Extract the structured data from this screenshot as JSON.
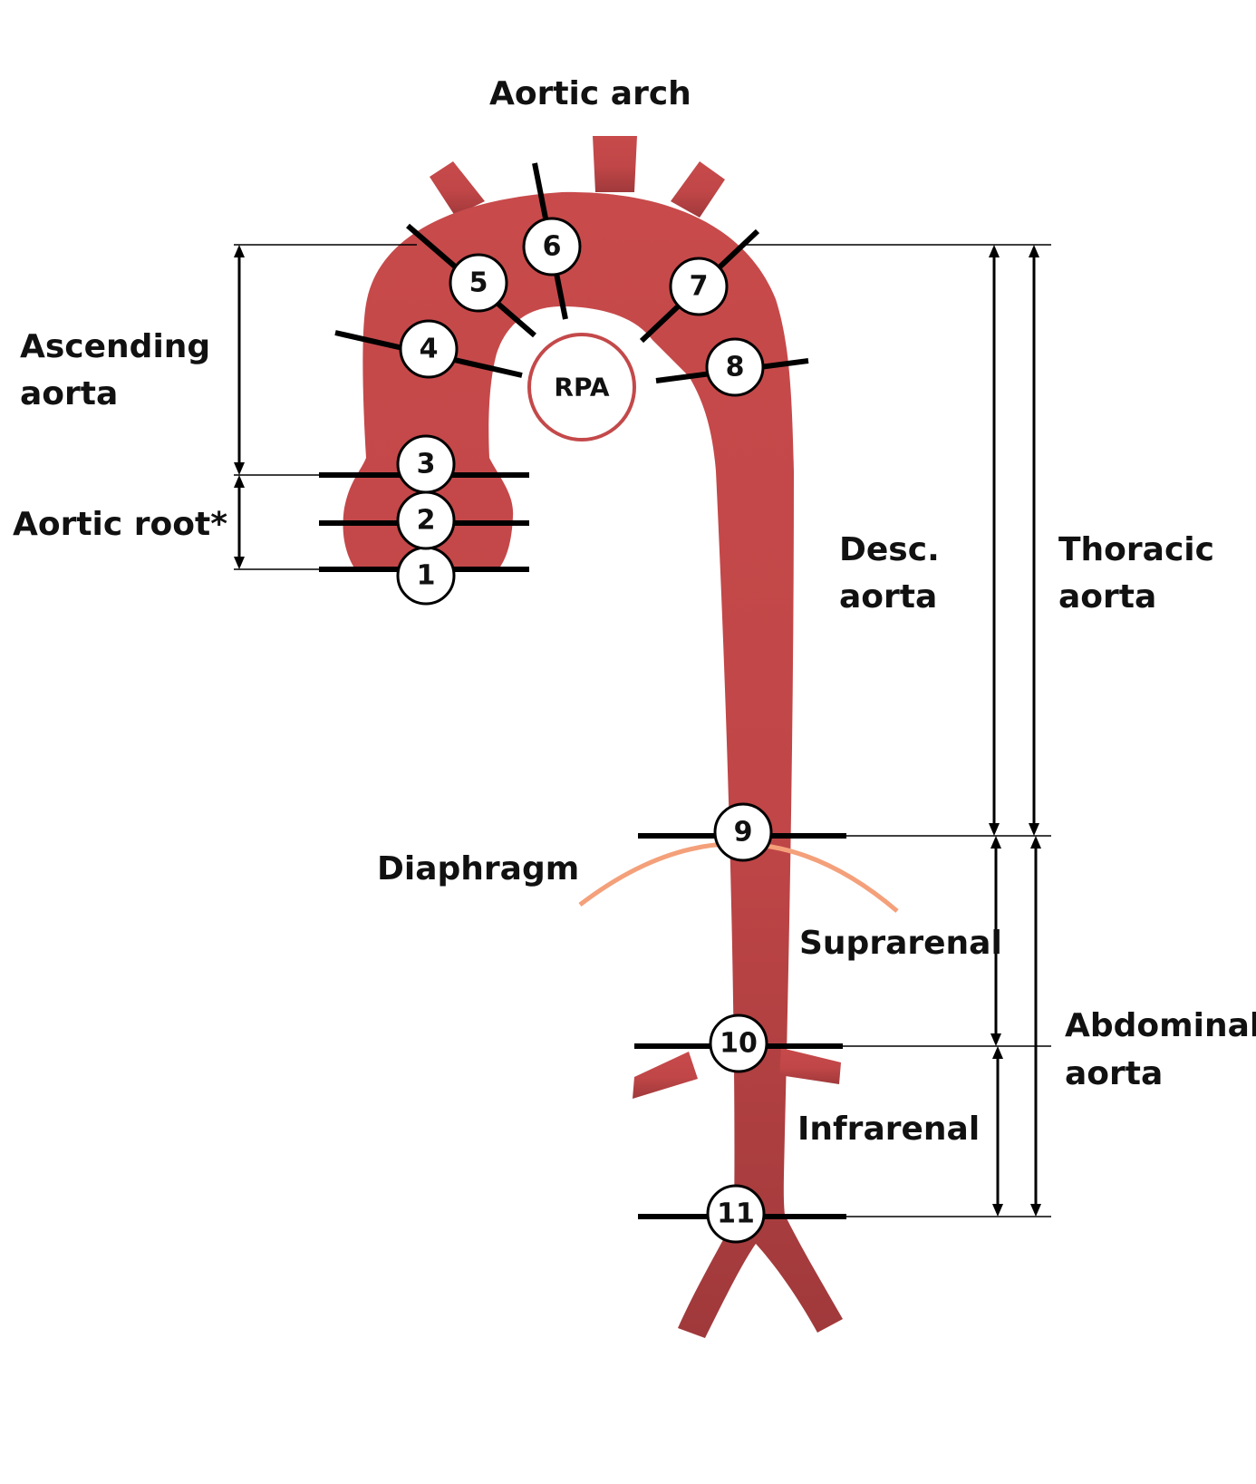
{
  "colors": {
    "aorta": "#c4494a",
    "aorta_dark": "#a33a3c",
    "diaphragm": "#f4a07a",
    "rpa_ring": "#c4494a",
    "marker_line": "#000000"
  },
  "labels": {
    "aortic_arch": "Aortic arch",
    "ascending_line1": "Ascending",
    "ascending_line2": "aorta",
    "aortic_root": "Aortic root*",
    "rpa": "RPA",
    "desc_line1": "Desc.",
    "desc_line2": "aorta",
    "thoracic_line1": "Thoracic",
    "thoracic_line2": "aorta",
    "diaphragm": "Diaphragm",
    "suprarenal": "Suprarenal",
    "infrarenal": "Infrarenal",
    "abdominal_line1": "Abdominal",
    "abdominal_line2": "aorta"
  },
  "markers": [
    "1",
    "2",
    "3",
    "4",
    "5",
    "6",
    "7",
    "8",
    "9",
    "10",
    "11"
  ]
}
